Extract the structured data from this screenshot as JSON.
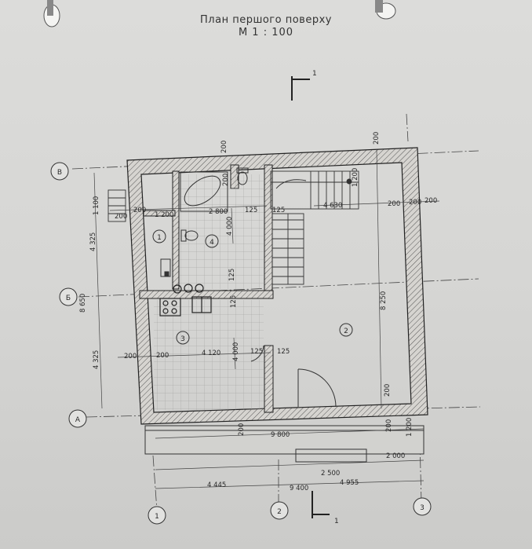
{
  "drawing": {
    "title": "План першого поверху",
    "scale": "М 1 : 100",
    "section_mark_top": "1",
    "section_mark_bottom": "1"
  },
  "axes": {
    "rows": [
      "В",
      "Б",
      "А"
    ],
    "cols": [
      "1",
      "2",
      "3"
    ]
  },
  "rooms": [
    "1",
    "2",
    "3",
    "4"
  ],
  "dimensions": {
    "top_200": "200",
    "top_200b": "200",
    "top_200c": "200",
    "stair_1200": "1 200",
    "d_200_a": "200",
    "d_200_b": "200",
    "d_1200": "1 200",
    "d_2800": "2 800",
    "d_125_a": "125",
    "d_125_b": "125",
    "d_4630": "4 630",
    "d_200_c": "200",
    "d_200_d": "200",
    "d_200_e": "200",
    "d_4000_a": "4 000",
    "d_125_c": "125",
    "d_125_d": "125",
    "d_8250": "8 250",
    "d_200_f": "200",
    "d_200_g": "200",
    "d_4120": "4 120",
    "d_4000_b": "4 000",
    "d_125_e": "125",
    "d_125_f": "125",
    "d_200_h": "200",
    "d_200_i": "200",
    "d_200_j": "200",
    "d_1200_b": "1 200",
    "d_9800": "9 800",
    "d_2000": "2 000",
    "d_2500": "2 500",
    "d_4955": "4 955",
    "d_4445": "4 445",
    "d_9400": "9 400",
    "left_4325_a": "4 325",
    "left_1100": "1 100",
    "left_8650": "8 650",
    "left_4325_b": "4 325"
  },
  "colors": {
    "ink": "#2a2a2a",
    "wall_fill": "#d8d6d2",
    "paper": "#d8d8d6"
  }
}
